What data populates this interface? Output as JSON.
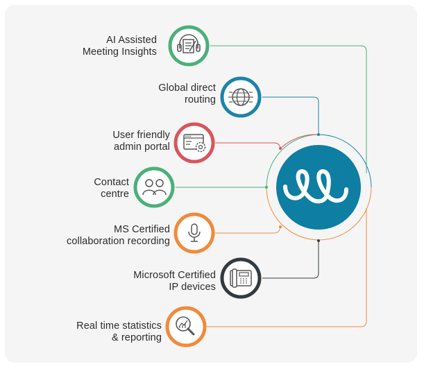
{
  "features": [
    {
      "label": "AI Assisted\nMeeting Insights",
      "icon": "headset-notes-icon",
      "color": "#4caf7a"
    },
    {
      "label": "Global direct\nrouting",
      "icon": "globe-icon",
      "color": "#1e83a8"
    },
    {
      "label": "User friendly\nadmin portal",
      "icon": "browser-gear-icon",
      "color": "#d8555a"
    },
    {
      "label": "Contact\ncentre",
      "icon": "people-icon",
      "color": "#4caf7a"
    },
    {
      "label": "MS Certified\ncollaboration recording",
      "icon": "microphone-icon",
      "color": "#f08a3c"
    },
    {
      "label": "Microsoft Certified\nIP devices",
      "icon": "desk-phone-icon",
      "color": "#333a40"
    },
    {
      "label": "Real time statistics\n& reporting",
      "icon": "magnifier-chart-icon",
      "color": "#f08a3c"
    }
  ],
  "hub": {
    "icon": "loops-logo-icon",
    "color": "#0e7ea3"
  }
}
